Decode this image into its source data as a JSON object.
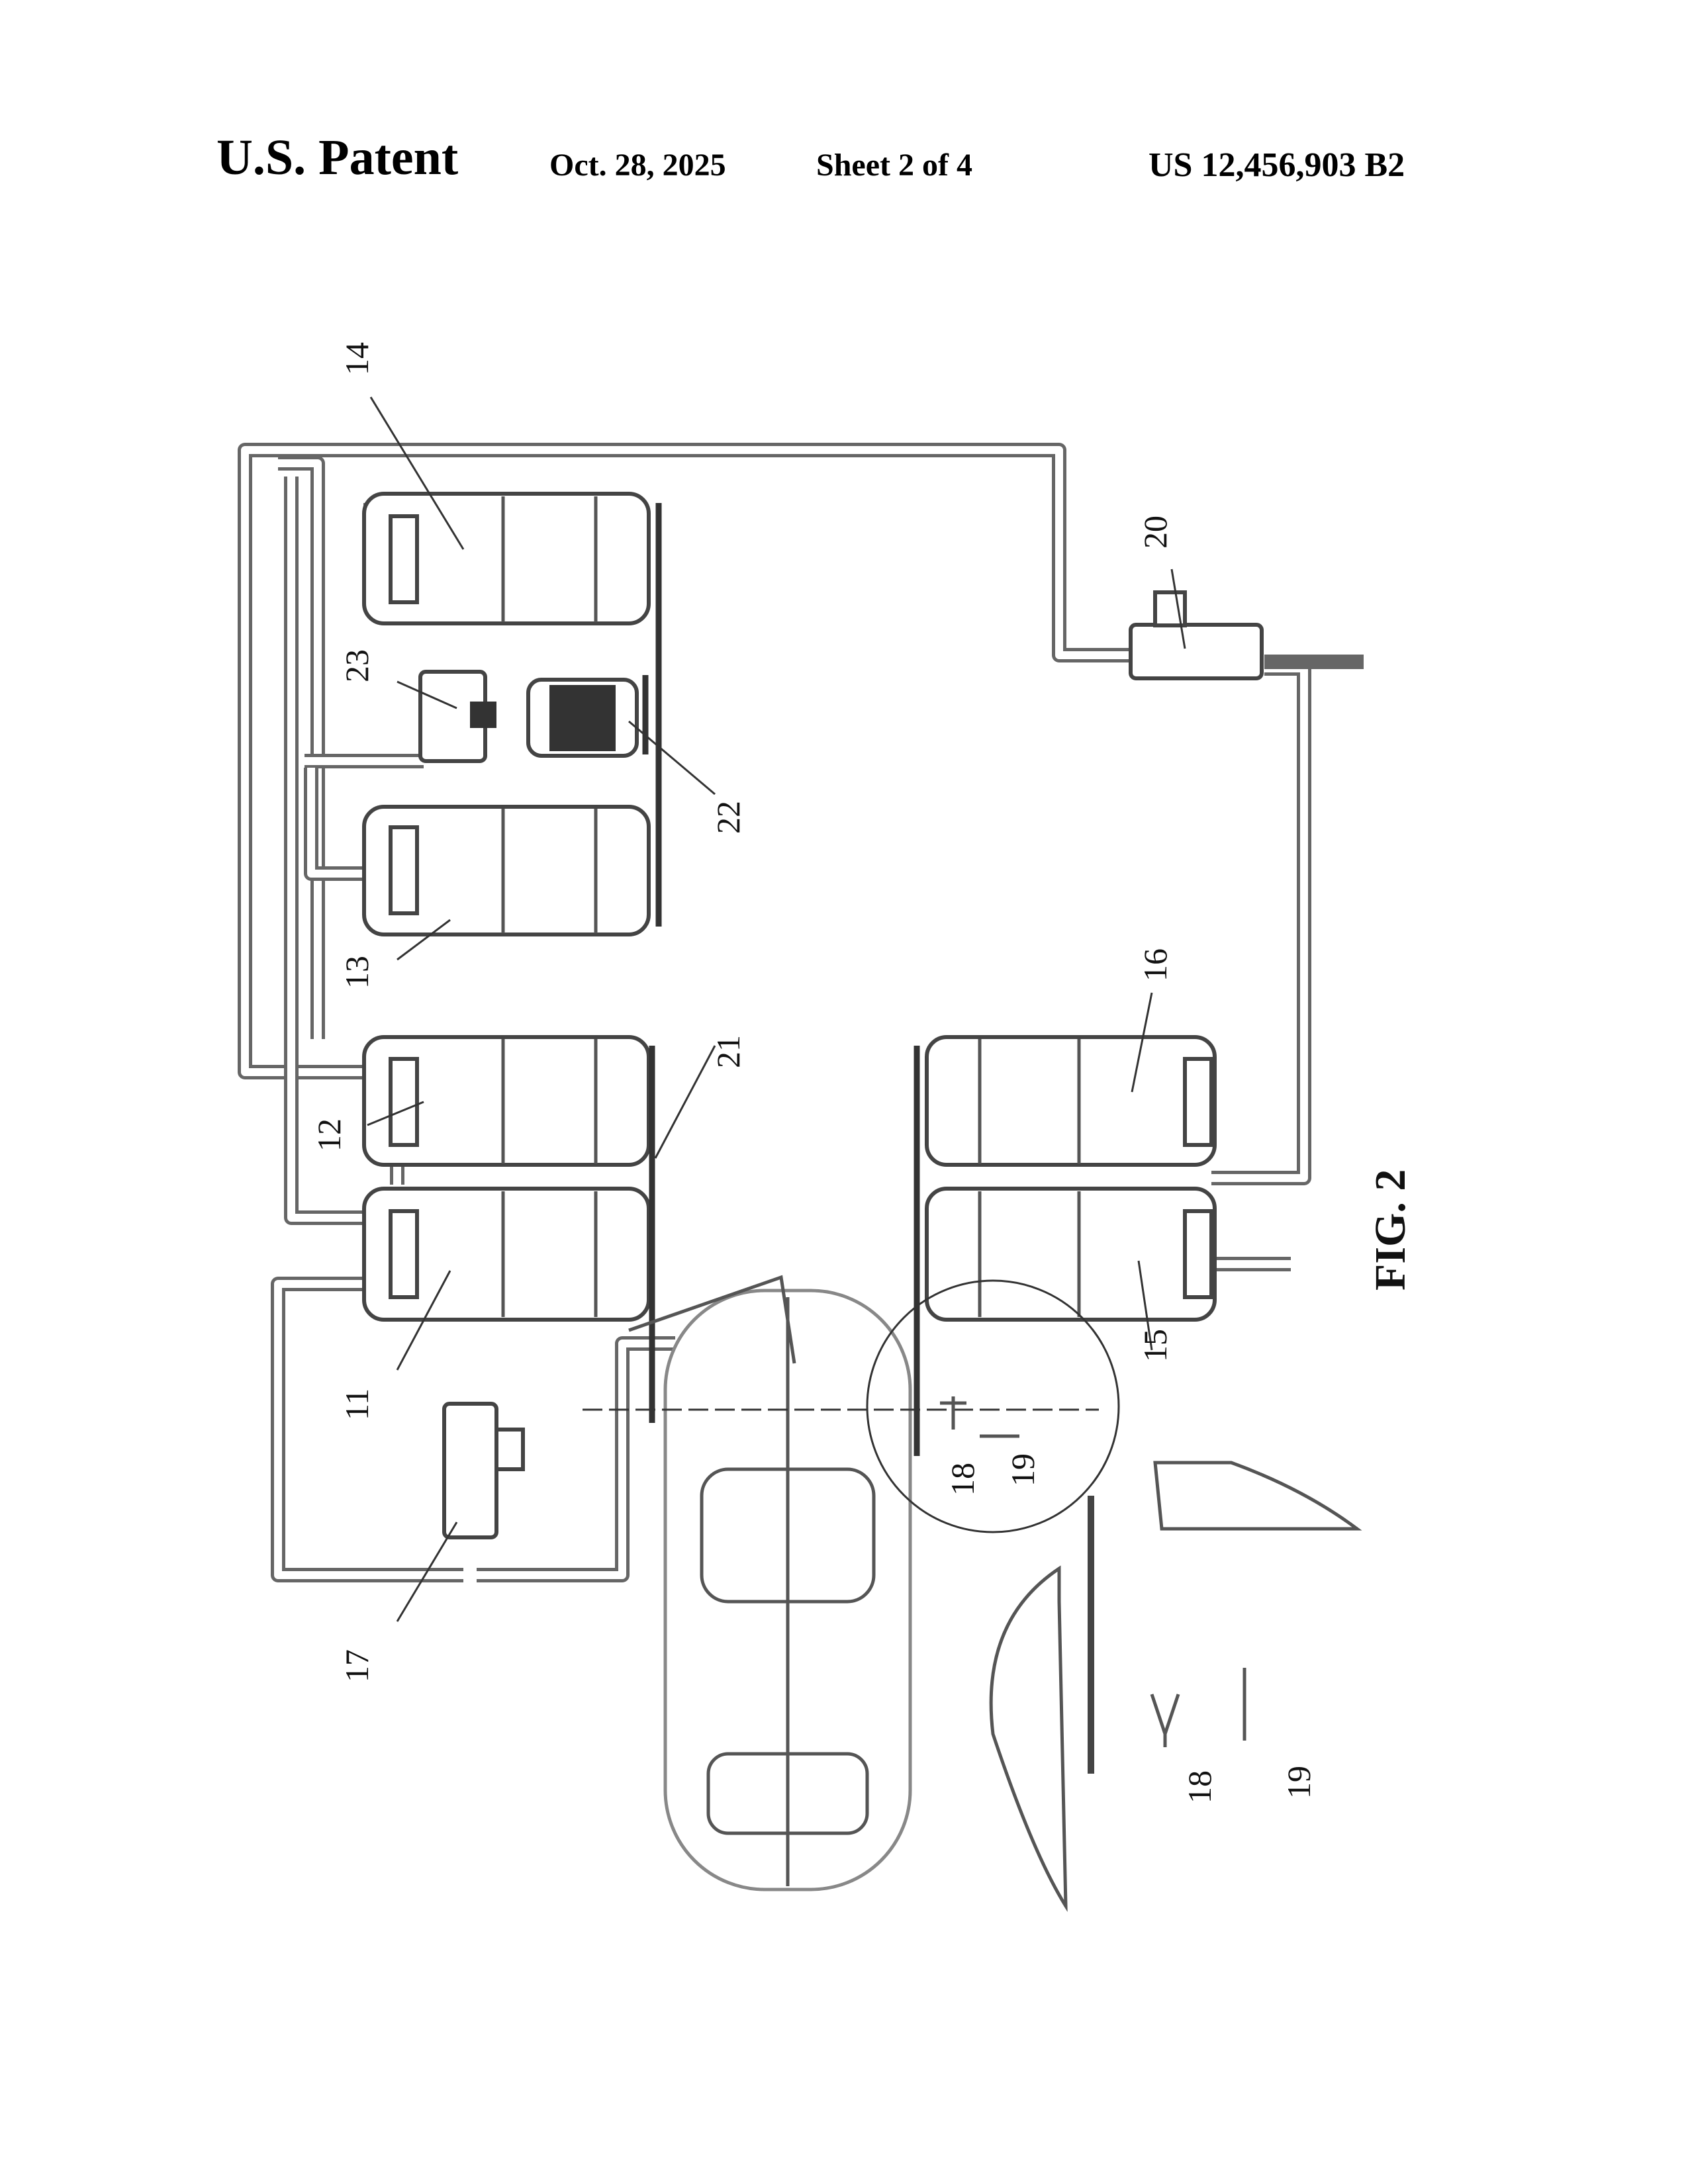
{
  "header": {
    "left": "U.S. Patent",
    "date": "Oct. 28, 2025",
    "sheet": "Sheet 2 of 4",
    "number": "US 12,456,903 B2"
  },
  "figure": {
    "title": "FIG. 2",
    "labels": {
      "l14": "14",
      "l23": "23",
      "l22": "22",
      "l20": "20",
      "l13": "13",
      "l12": "12",
      "l21": "21",
      "l16": "16",
      "l11": "11",
      "l15": "15",
      "l17": "17",
      "l18a": "18",
      "l19a": "19",
      "l18b": "18",
      "l19b": "19"
    }
  }
}
